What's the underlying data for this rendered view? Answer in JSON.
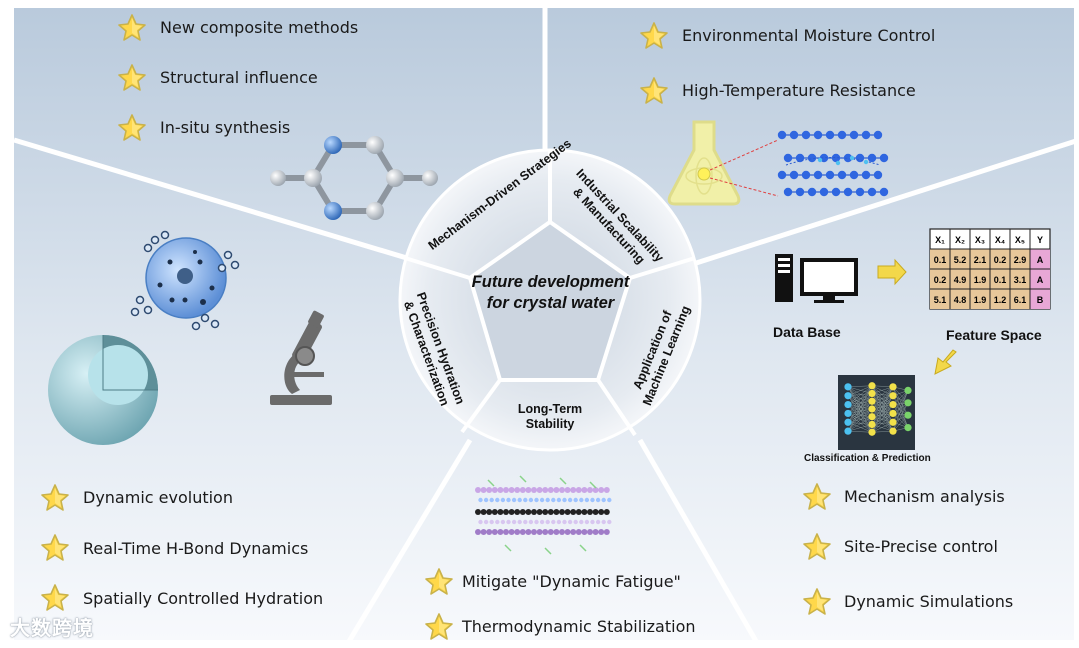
{
  "center": {
    "title": "Future development for crystal water"
  },
  "segments": {
    "mechanism": "Mechanism-Driven Strategies",
    "industrial": "Industrial Scalability & Manufacturing",
    "machine_learning": "Application of Machine Learning",
    "stability": "Long-Term Stability",
    "precision": "Precision Hydration & Characterization"
  },
  "panels": {
    "top_left": [
      "New composite methods",
      "Structural influence",
      "In-situ synthesis"
    ],
    "top_right": [
      "Environmental Moisture Control",
      "High-Temperature Resistance"
    ],
    "bottom_left": [
      "Dynamic evolution",
      "Real-Time H-Bond Dynamics",
      "Spatially Controlled Hydration"
    ],
    "bottom_center": [
      "Mitigate \"Dynamic Fatigue\"",
      "Thermodynamic Stabilization"
    ],
    "bottom_right": [
      "Mechanism analysis",
      "Site-Precise control",
      "Dynamic Simulations"
    ]
  },
  "ml_diagram": {
    "data_base": "Data Base",
    "feature_space": "Feature Space",
    "classification": "Classification & Prediction",
    "table_header": [
      "X₁",
      "X₂",
      "X₃",
      "X₄",
      "X₅",
      "Y"
    ],
    "table_rows": [
      [
        "0.1",
        "5.2",
        "2.1",
        "0.2",
        "2.9",
        "A"
      ],
      [
        "0.2",
        "4.9",
        "1.9",
        "0.1",
        "3.1",
        "A"
      ],
      [
        "5.1",
        "4.8",
        "1.9",
        "1.2",
        "6.1",
        "B"
      ]
    ]
  },
  "watermark": "大数跨境",
  "colors": {
    "panel_gradient_top": "#b8c9db",
    "panel_gradient_bottom": "#f7f9fc",
    "wheel": "#dfe5ed",
    "center": "#cbd5e0",
    "star": "#ffd84a"
  }
}
